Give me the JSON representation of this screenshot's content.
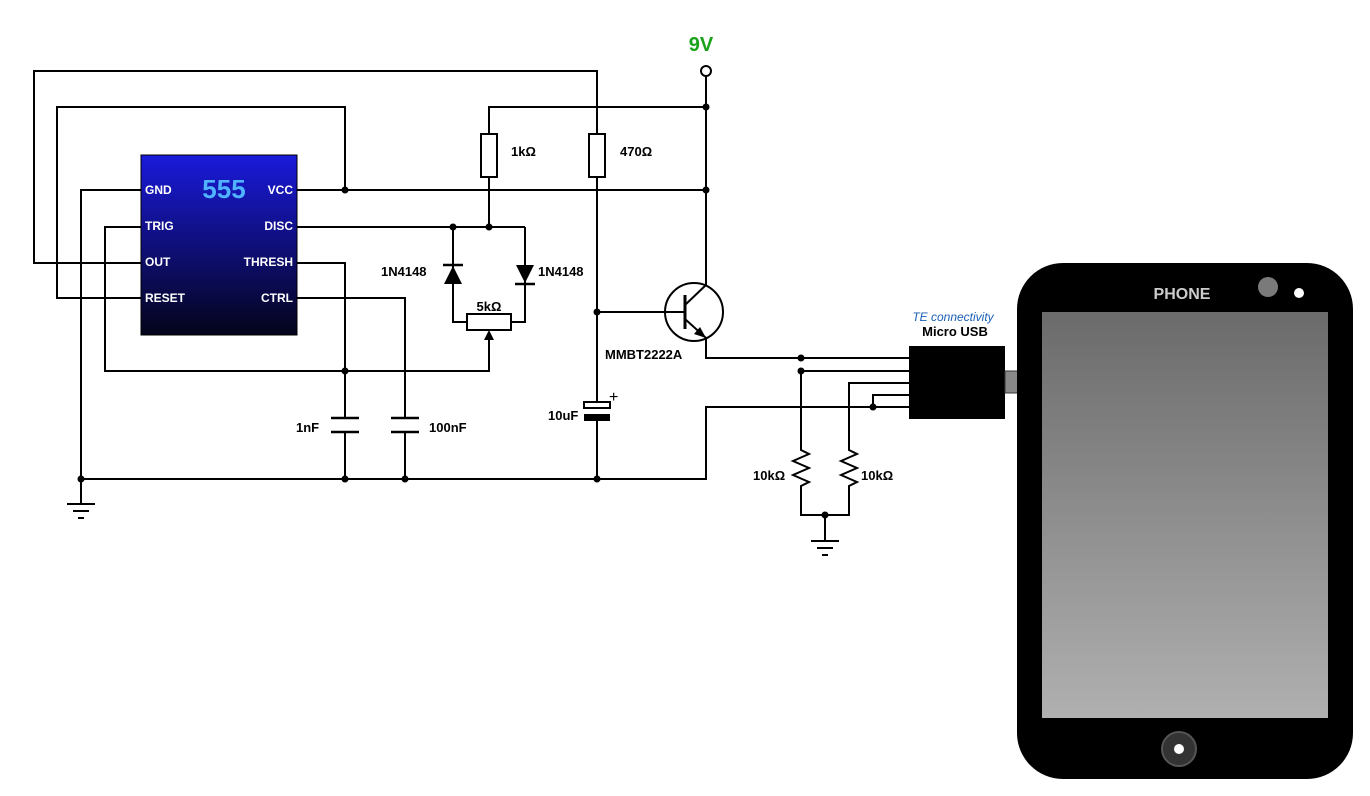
{
  "supply": {
    "label": "9V",
    "color": "#1aa31a"
  },
  "ic": {
    "title": "555",
    "title_color": "#4fb3ff",
    "pins_left": [
      "GND",
      "TRIG",
      "OUT",
      "RESET"
    ],
    "pins_right": [
      "VCC",
      "DISC",
      "THRESH",
      "CTRL"
    ]
  },
  "components": {
    "r1": "1kΩ",
    "r2": "470Ω",
    "d1": "1N4148",
    "d2": "1N4148",
    "pot": "5kΩ",
    "c1": "1nF",
    "c2": "100nF",
    "c3": "10uF",
    "transistor": "MMBT2222A",
    "r3": "10kΩ",
    "r4": "10kΩ"
  },
  "connector": {
    "brand": "TE connectivity",
    "brand_color": "#1a5fb4",
    "name": "Micro USB"
  },
  "phone": {
    "label": "PHONE"
  }
}
